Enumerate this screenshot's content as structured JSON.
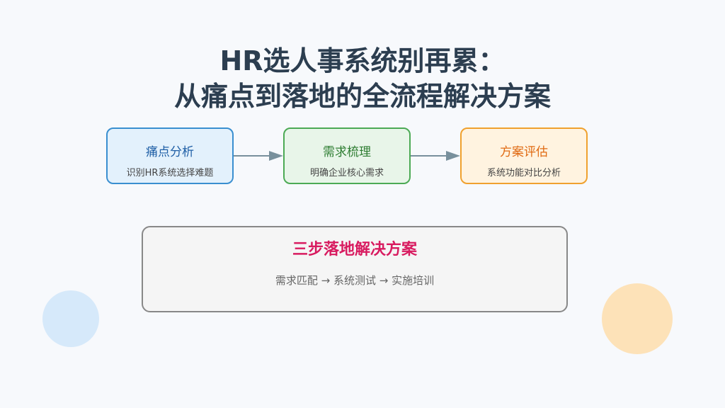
{
  "title": {
    "line1": "HR选人事系统别再累：",
    "line2": "从痛点到落地的全流程解决方案",
    "color": "#2c3e50"
  },
  "steps": [
    {
      "title": "痛点分析",
      "description": "识别HR系统选择难题",
      "border_color": "#3a8fd0",
      "background": "#e3f1fc",
      "title_color": "#1f5fa6"
    },
    {
      "title": "需求梳理",
      "description": "明确企业核心需求",
      "border_color": "#4caa55",
      "background": "#e8f5e9",
      "title_color": "#2e7d32"
    },
    {
      "title": "方案评估",
      "description": "系统功能对比分析",
      "border_color": "#f0a12e",
      "background": "#fff3e0",
      "title_color": "#e06a12"
    }
  ],
  "connectors": {
    "color": "#78909c"
  },
  "solution": {
    "title": "三步落地解决方案",
    "flow": "需求匹配 → 系统测试 → 实施培训",
    "title_color": "#d81b60"
  },
  "decorations": [
    {
      "name": "blue-circle",
      "color": "#d6e9fa"
    },
    {
      "name": "orange-circle",
      "color": "#fde2b8"
    }
  ]
}
